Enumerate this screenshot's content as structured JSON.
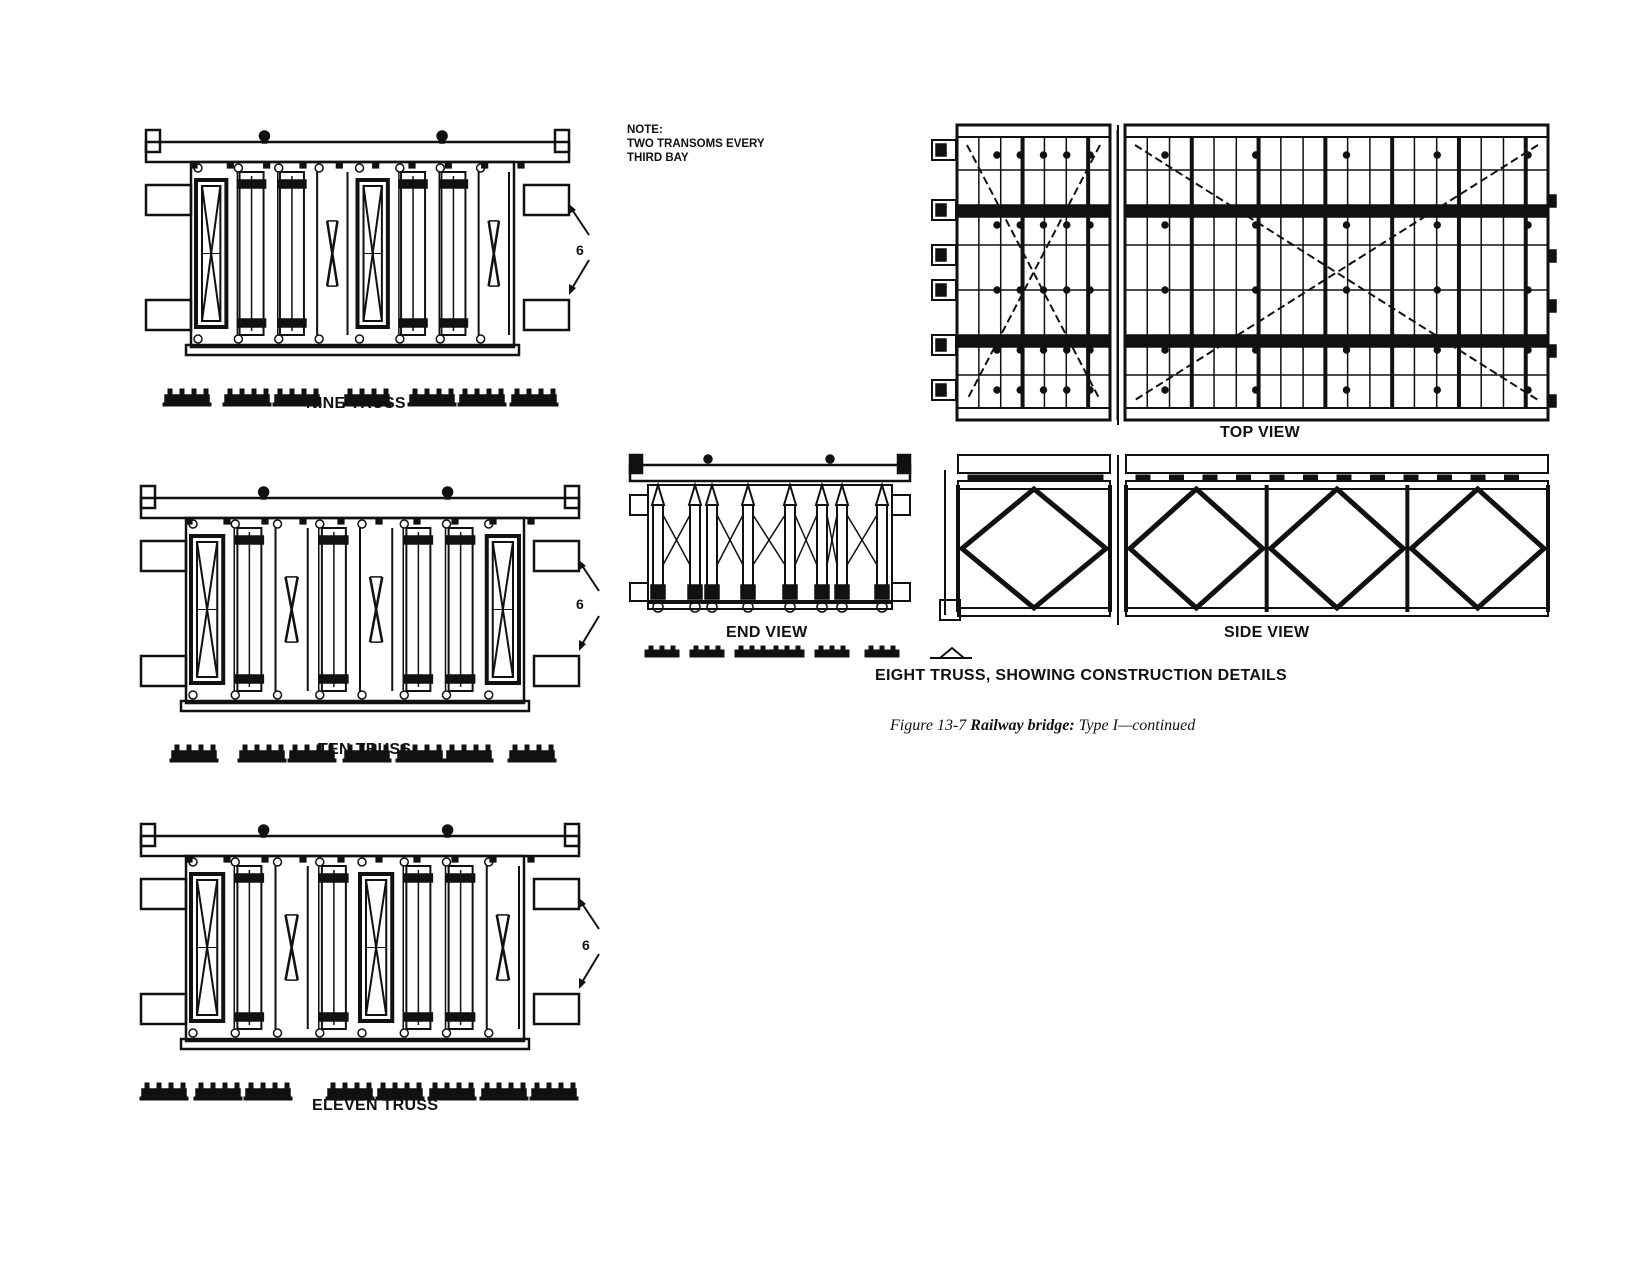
{
  "note": {
    "line1": "NOTE:",
    "line2": "TWO TRANSOMS EVERY",
    "line3": "THIRD BAY"
  },
  "labels": {
    "nine": "NINE TRUSS",
    "ten": "TEN TRUSS",
    "eleven": "ELEVEN TRUSS",
    "callout": "6",
    "end_view": "END VIEW",
    "top_view": "TOP VIEW",
    "side_view": "SIDE VIEW",
    "eight": "EIGHT TRUSS, SHOWING CONSTRUCTION DETAILS"
  },
  "caption": {
    "prefix": "Figure 13-7 ",
    "bold": "Railway bridge:",
    "suffix": " Type I—continued"
  }
}
